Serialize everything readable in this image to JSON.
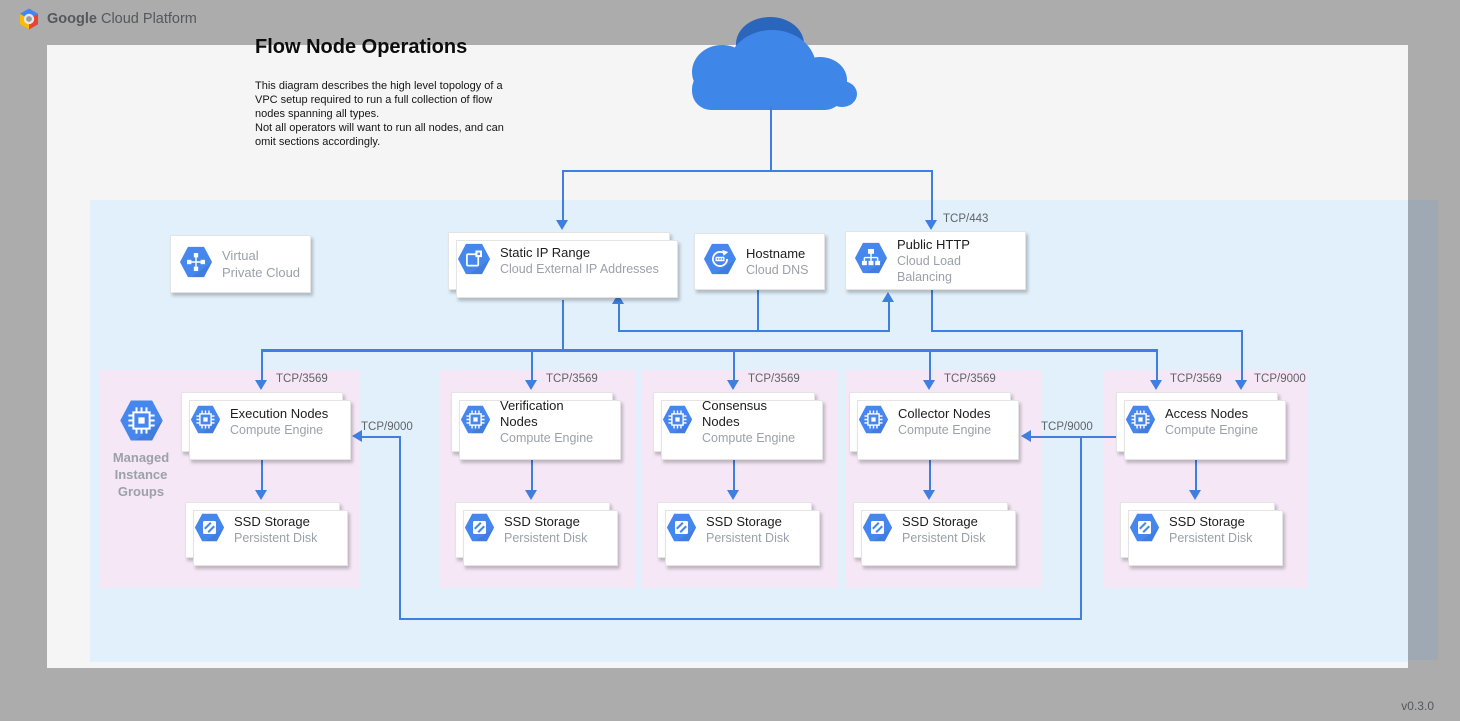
{
  "header": {
    "brand_bold": "Google",
    "brand_rest": " Cloud Platform"
  },
  "title": "Flow Node Operations",
  "description": "This diagram describes the high level topology of a\nVPC setup required to run a full collection of flow\nnodes spanning all types.\nNot all operators will want to run all nodes, and can\nomit sections accordingly.",
  "version": "v0.3.0",
  "labels": {
    "tcp_443": "TCP/443",
    "tcp_3569": "TCP/3569",
    "tcp_9000": "TCP/9000"
  },
  "vpc_card": {
    "title": "Virtual\nPrivate Cloud"
  },
  "services": {
    "static_ip": {
      "title": "Static IP Range",
      "subtitle": "Cloud External IP Addresses"
    },
    "hostname": {
      "title": "Hostname",
      "subtitle": "Cloud DNS"
    },
    "public_http": {
      "title": "Public HTTP",
      "subtitle": "Cloud Load Balancing"
    }
  },
  "managed_instance_groups_label": "Managed\nInstance\nGroups",
  "node_groups": [
    {
      "title": "Execution Nodes",
      "subtitle": "Compute Engine",
      "storage_title": "SSD Storage",
      "storage_subtitle": "Persistent Disk"
    },
    {
      "title": "Verification Nodes",
      "subtitle": "Compute Engine",
      "storage_title": "SSD Storage",
      "storage_subtitle": "Persistent Disk"
    },
    {
      "title": "Consensus Nodes",
      "subtitle": "Compute Engine",
      "storage_title": "SSD Storage",
      "storage_subtitle": "Persistent Disk"
    },
    {
      "title": "Collector Nodes",
      "subtitle": "Compute Engine",
      "storage_title": "SSD Storage",
      "storage_subtitle": "Persistent Disk"
    },
    {
      "title": "Access Nodes",
      "subtitle": "Compute Engine",
      "storage_title": "SSD Storage",
      "storage_subtitle": "Persistent Disk"
    }
  ],
  "colors": {
    "arrow_blue": "#3e7fe1",
    "icon_blue": "#4687ee",
    "vpc_bg": "#e2f0fb",
    "panel_pink": "#f6e7f6",
    "background_gray": "#acacac"
  }
}
